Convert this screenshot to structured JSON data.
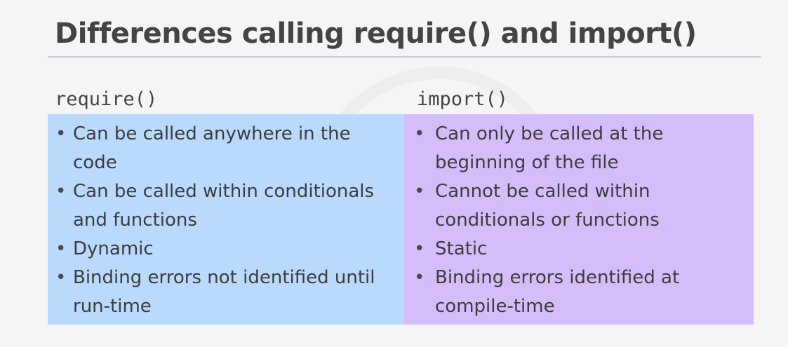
{
  "slide": {
    "title": "Differences calling require() and import()"
  },
  "columns": [
    {
      "heading": "require()",
      "color": "#b9d9fd",
      "bullets": [
        {
          "marker": "•",
          "text": "Can be called anywhere in the code"
        },
        {
          "marker": "•",
          "text": "Can be called within conditionals and functions"
        },
        {
          "marker": "•",
          "text": "Dynamic"
        },
        {
          "marker": "•",
          "text": "Binding errors not identified until run-time"
        }
      ]
    },
    {
      "heading": "import()",
      "color": "#d5bdfa",
      "bullets": [
        {
          "marker": "•",
          "text": "Can only be called at the beginning of the file"
        },
        {
          "marker": "•",
          "text": "Cannot be called within conditionals or functions"
        },
        {
          "marker": "•",
          "text": "Static"
        },
        {
          "marker": "•",
          "text": "Binding errors identified at compile-time"
        }
      ]
    }
  ]
}
